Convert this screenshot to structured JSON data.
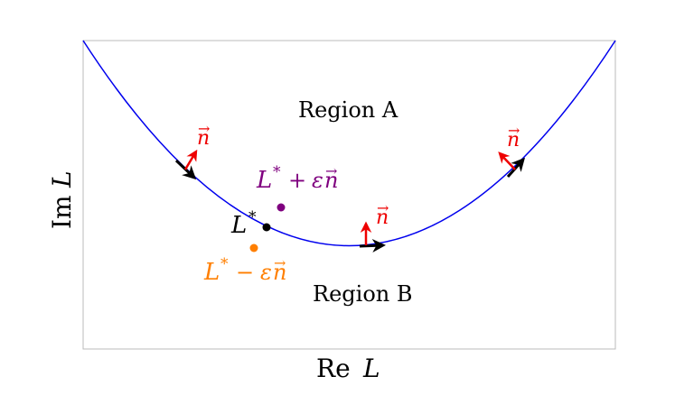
{
  "axes": {
    "xlabel_prefix": "Re",
    "xlabel_var": "L",
    "ylabel_prefix": "Im",
    "ylabel_var": "L"
  },
  "regions": {
    "a": "Region A",
    "b": "Region B"
  },
  "points": {
    "l_star": {
      "base": "L",
      "sup": "*"
    },
    "plus": {
      "base": "L",
      "sup": "*",
      "op": "+",
      "eps": "ε",
      "vec": "n"
    },
    "minus": {
      "base": "L",
      "sup": "*",
      "op": "−",
      "eps": "ε",
      "vec": "n"
    }
  },
  "normal_label": {
    "var": "n",
    "arrow": "→"
  },
  "colors": {
    "curve": "#0000ee",
    "normal": "#ee0000",
    "tangent": "#000000",
    "plus_point": "#7f007f",
    "minus_point": "#ff7f00",
    "frame": "#bbbbbb"
  }
}
